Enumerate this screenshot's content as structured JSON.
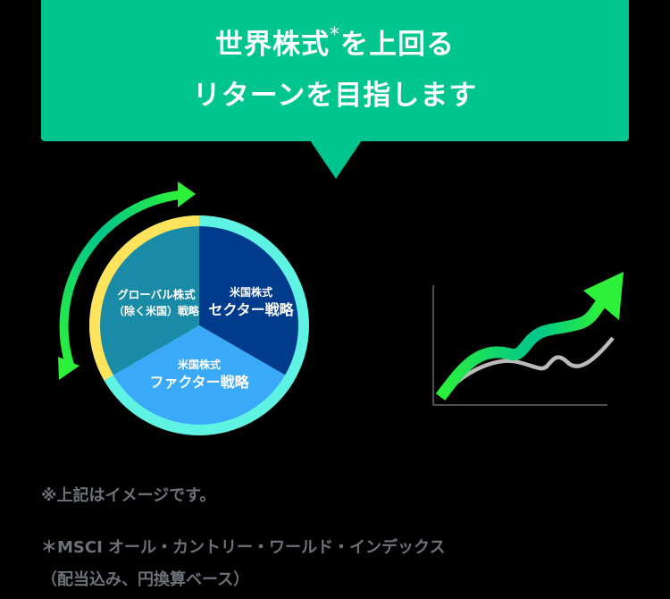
{
  "header": {
    "line1_main": "世界株式",
    "line1_mark": "*",
    "line1_rest": "を上回る",
    "line2": "リターンを目指します"
  },
  "colors": {
    "bubble": "#00c58e",
    "ring_yellow": "#ffe35c",
    "ring_cyan": "#5ff3e3",
    "slice_global": "#1a8ba6",
    "slice_sector": "#003b8c",
    "slice_factor": "#3aa9f7",
    "arrow_start": "#00c58e",
    "arrow_end": "#2cf03a",
    "benchmark_line": "#bbbbbb",
    "axis": "#6a6a6a",
    "note_text": "#6d7178"
  },
  "pie": {
    "slices": [
      {
        "label_line1": "グローバル株式",
        "label_line2": "（除く米国）戦略"
      },
      {
        "label_line1": "米国株式",
        "label_line2": "セクター戦略"
      },
      {
        "label_line1": "米国株式",
        "label_line2": "ファクター戦略"
      }
    ]
  },
  "chart_data": {
    "type": "line",
    "title": "",
    "xlabel": "",
    "ylabel": "",
    "series": [
      {
        "name": "fund (green arrow)",
        "values": [
          0,
          45,
          60,
          55,
          80,
          85,
          100,
          130
        ]
      },
      {
        "name": "world equity benchmark (grey)",
        "values": [
          10,
          40,
          55,
          50,
          45,
          60,
          45,
          75
        ]
      }
    ],
    "grid": false,
    "legend": "none"
  },
  "notes": {
    "image_note": "※上記はイメージです。",
    "index_note_line1": "＊MSCI オール・カントリー・ワールド・インデックス",
    "index_note_line2": "（配当込み、円換算ベース）"
  }
}
